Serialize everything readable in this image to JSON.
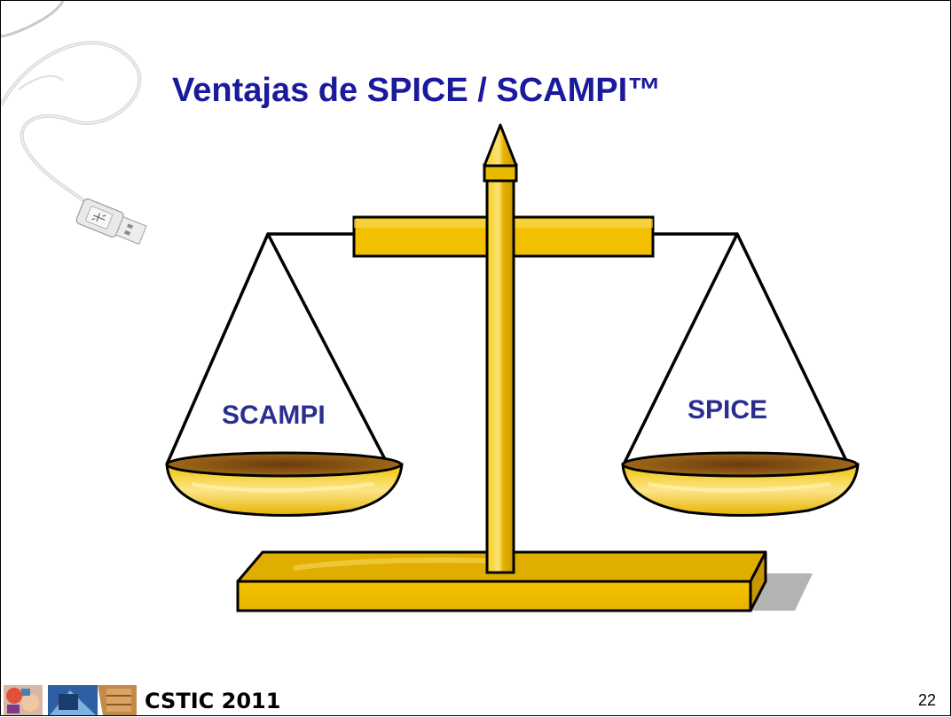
{
  "slide": {
    "title": "Ventajas de SPICE / SCAMPI™",
    "left_pan_label": "SCAMPI",
    "right_pan_label": "SPICE",
    "footer_text": "CSTIC 2011",
    "page_number": "22"
  },
  "icons": [
    "usb-cable-icon",
    "balance-scale-illustration",
    "footer-logo-thumbnails"
  ],
  "colors": {
    "title": "#1a1a9c",
    "pan_label": "#2a2f8f",
    "gold": "#f5c400",
    "gold_dark": "#b38a00"
  }
}
